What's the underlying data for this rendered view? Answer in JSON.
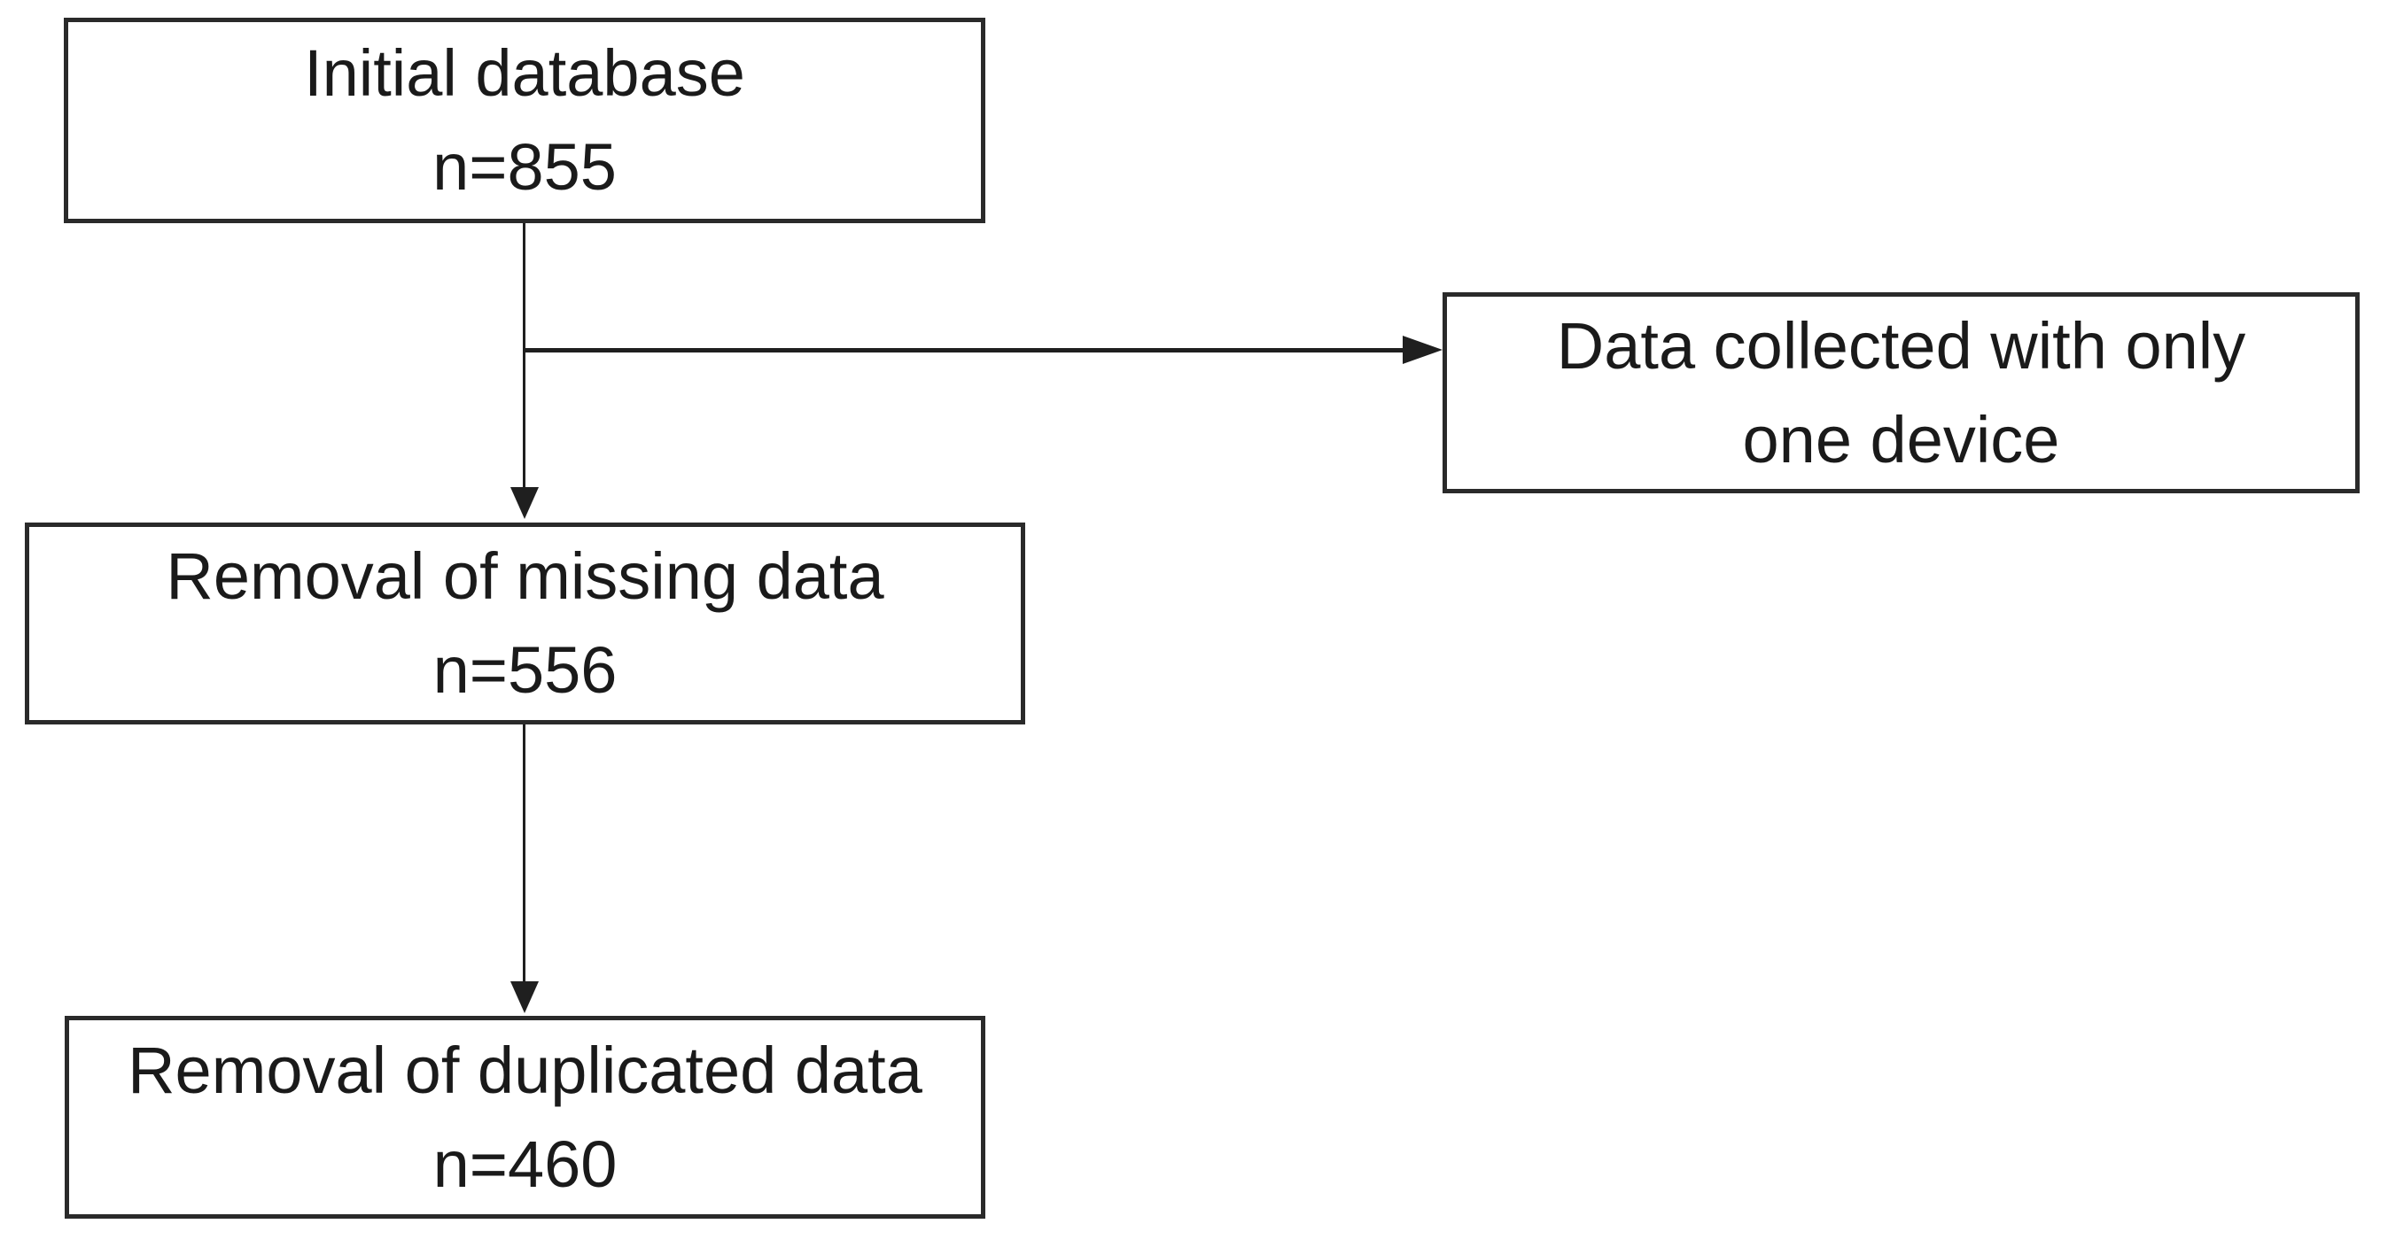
{
  "colors": {
    "background": "#ffffff",
    "box_border": "#2a2a2a",
    "connector_line": "#1f1f1f",
    "text": "#1a1a1a"
  },
  "diagram": {
    "nodes": [
      {
        "id": "initial-database",
        "label": "Initial database",
        "count": "n=855"
      },
      {
        "id": "one-device",
        "label": "Data collected with only one device",
        "count": ""
      },
      {
        "id": "removal-missing",
        "label": "Removal of missing data",
        "count": "n=556"
      },
      {
        "id": "removal-duplicated",
        "label": "Removal of duplicated data",
        "count": "n=460"
      }
    ],
    "edges": [
      {
        "from": "initial-database",
        "to": "removal-missing",
        "direction": "down"
      },
      {
        "from": "initial-database",
        "to": "one-device",
        "direction": "right"
      },
      {
        "from": "removal-missing",
        "to": "removal-duplicated",
        "direction": "down"
      }
    ]
  }
}
